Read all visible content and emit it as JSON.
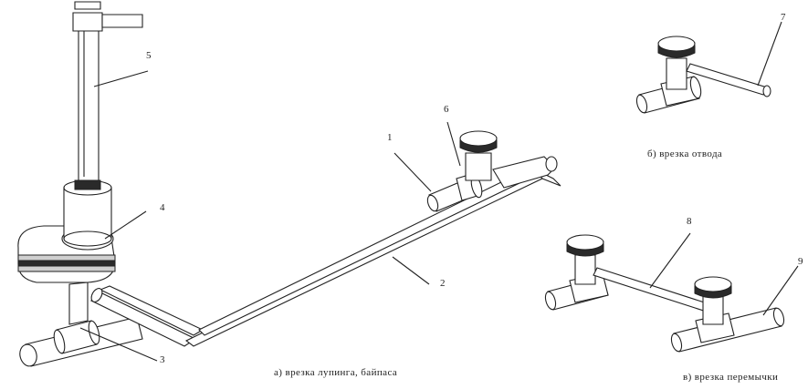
{
  "captions": {
    "a": "а) врезка лупинга, байпаса",
    "b": "б) врезка отвода",
    "c": "в) врезка перемычки"
  },
  "callouts": [
    "1",
    "2",
    "3",
    "4",
    "5",
    "6",
    "7",
    "8",
    "9"
  ]
}
